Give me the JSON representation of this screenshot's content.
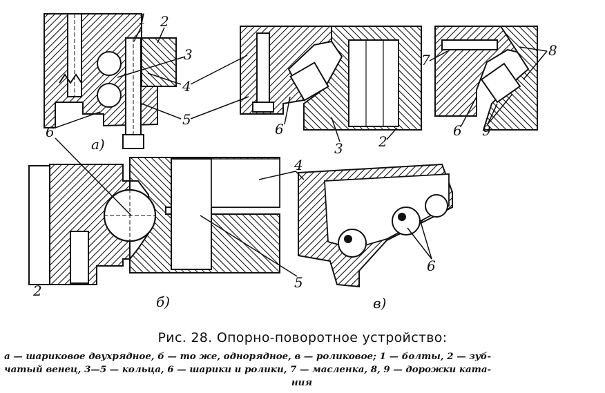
{
  "figure": {
    "panel_labels": {
      "a": "а)",
      "b": "б)",
      "v": "в)"
    },
    "part_labels": [
      "1",
      "2",
      "3",
      "4",
      "5",
      "6",
      "7",
      "8",
      "9"
    ],
    "colors": {
      "ink": "#111111",
      "paper": "#ffffff"
    }
  },
  "caption": {
    "title": "Рис. 28. Опорно-поворотное устройство:",
    "legend_line1": "а — шариковое двухрядное, б — то же, однорядное, в — роликовое; 1 — болты, 2 — зуб-",
    "legend_line2": "чатый венец, 3—5 — кольца, 6 — шарики и ролики, 7 — масленка, 8, 9 — дорожки ката-",
    "legend_line3": "ния"
  }
}
